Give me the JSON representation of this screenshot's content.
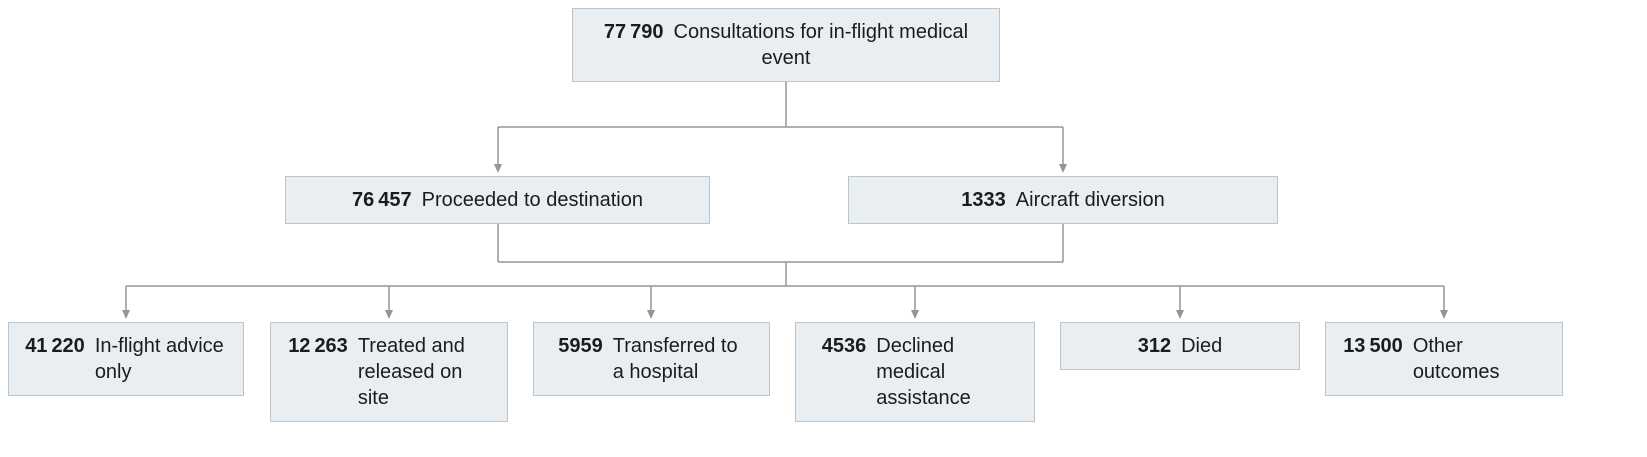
{
  "figure": {
    "root": {
      "value": "77 790",
      "label": "Consultations for in-flight medical event"
    },
    "level2": [
      {
        "value": "76 457",
        "label": "Proceeded to destination"
      },
      {
        "value": "1333",
        "label": "Aircraft diversion"
      }
    ],
    "outcomes": [
      {
        "value": "41 220",
        "label": "In-flight advice only"
      },
      {
        "value": "12 263",
        "label": "Treated and released on site"
      },
      {
        "value": "5959",
        "label": "Transferred to a hospital"
      },
      {
        "value": "4536",
        "label": "Declined medical assistance"
      },
      {
        "value": "312",
        "label": "Died"
      },
      {
        "value": "13 500",
        "label": "Other outcomes"
      }
    ],
    "colors": {
      "box_fill": "#e8eef2",
      "box_border": "#bcc5ca",
      "connector": "#8f979c",
      "text": "#1c1c1c"
    }
  }
}
